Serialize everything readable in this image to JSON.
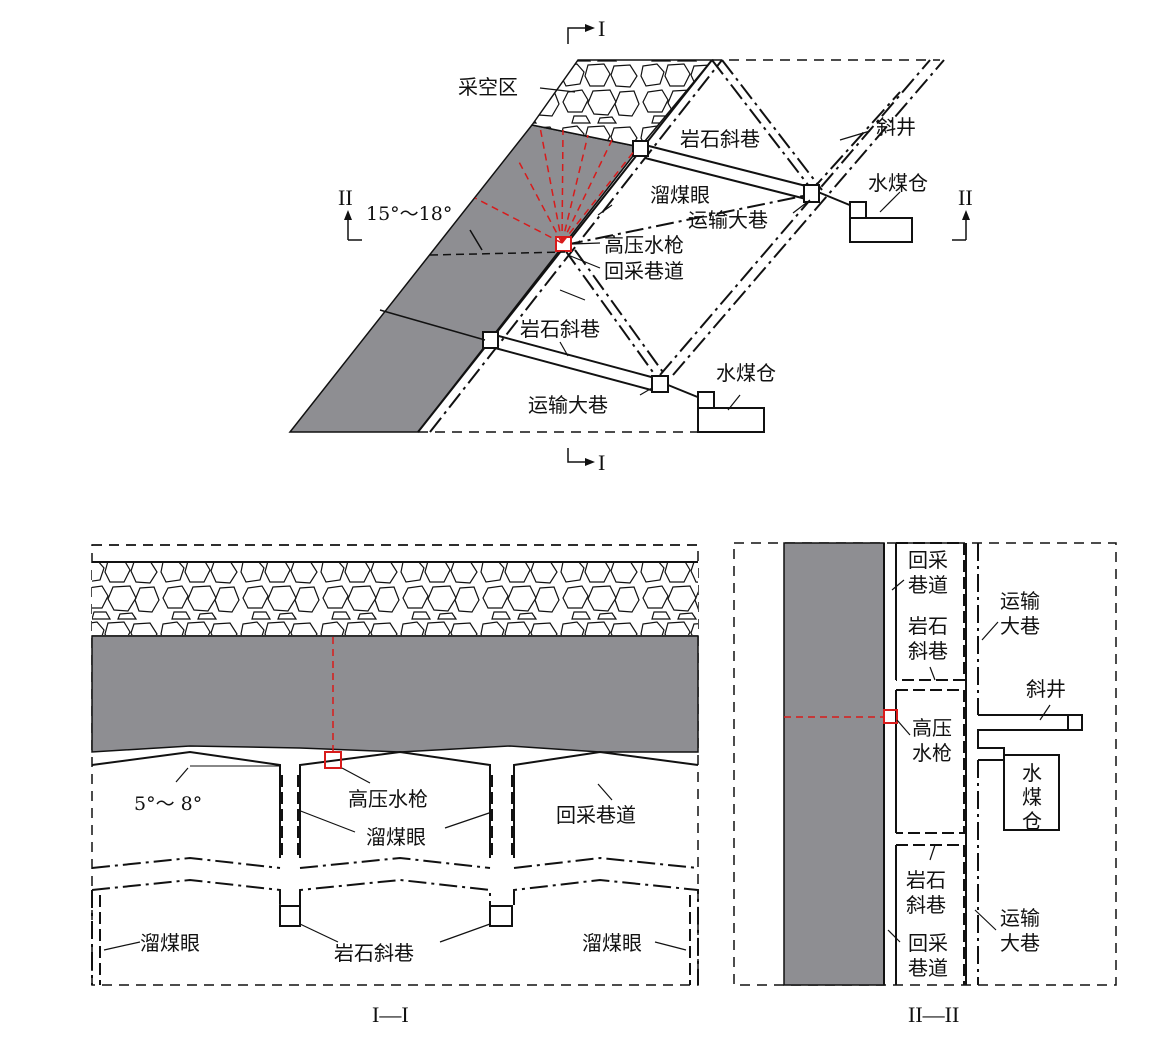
{
  "colors": {
    "coal_seam": "#8e8e92",
    "line": "#111111",
    "water_jet": "#d81b1b",
    "background": "#ffffff"
  },
  "plan_view": {
    "section_marks": {
      "i": "I",
      "ii": "II"
    },
    "labels": {
      "goaf": "采空区",
      "rock_incline": "岩石斜巷",
      "inclined_shaft": "斜井",
      "chute": "溜煤眼",
      "haulage_roadway": "运输大巷",
      "water_coal_bin": "水煤仓",
      "angle": "15°～18°",
      "monitor": "高压水枪",
      "stope_roadway": "回采巷道"
    },
    "labels_lower": {
      "rock_incline": "岩石斜巷",
      "haulage_roadway": "运输大巷",
      "water_coal_bin": "水煤仓"
    }
  },
  "section_i": {
    "caption": "I—I",
    "labels": {
      "angle": "5°～ 8°",
      "monitor": "高压水枪",
      "chute_center": "溜煤眼",
      "stope_roadway": "回采巷道",
      "chute_left": "溜煤眼",
      "rock_incline": "岩石斜巷",
      "chute_right": "溜煤眼"
    }
  },
  "section_ii": {
    "caption": "II—II",
    "labels": {
      "stope_top_1": "回采",
      "stope_top_2": "巷道",
      "rock_top_1": "岩石",
      "rock_top_2": "斜巷",
      "haul_top_1": "运输",
      "haul_top_2": "大巷",
      "monitor_1": "高压",
      "monitor_2": "水枪",
      "shaft": "斜井",
      "bin_1": "水",
      "bin_2": "煤",
      "bin_3": "仓",
      "rock_bot_1": "岩石",
      "rock_bot_2": "斜巷",
      "haul_bot_1": "运输",
      "haul_bot_2": "大巷",
      "stope_bot_1": "回采",
      "stope_bot_2": "巷道"
    }
  }
}
